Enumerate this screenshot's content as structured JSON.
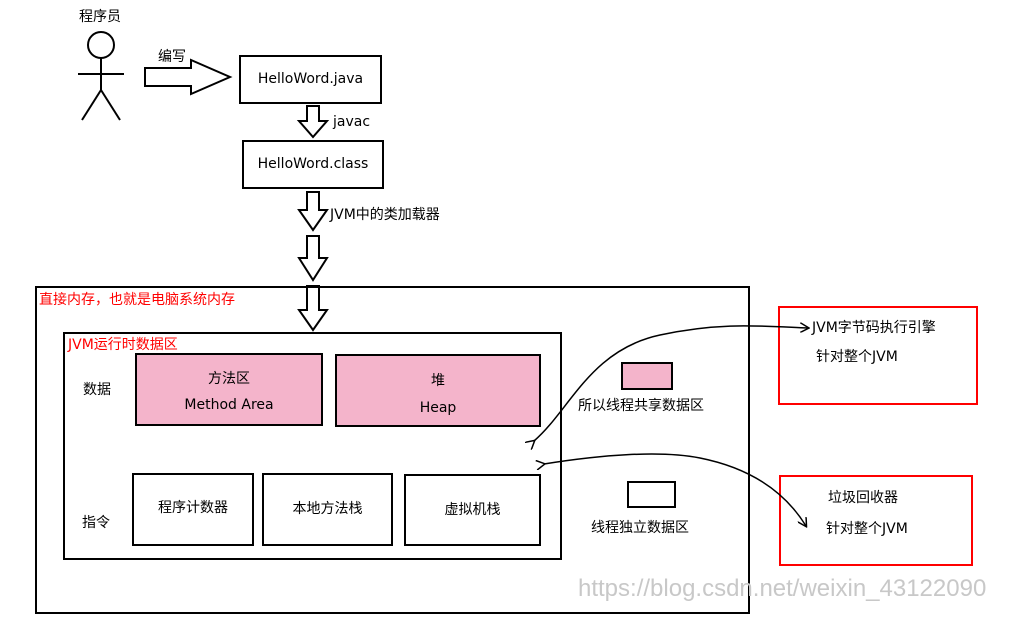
{
  "programmer": {
    "label": "程序员"
  },
  "step_write": {
    "label": "编写"
  },
  "source_file": {
    "label": "HelloWord.java"
  },
  "step_compile": {
    "label": "javac"
  },
  "class_file": {
    "label": "HelloWord.class"
  },
  "step_load": {
    "label": "JVM中的类加载器"
  },
  "memory": {
    "label": "直接内存，也就是电脑系统内存"
  },
  "runtime": {
    "label": "JVM运行时数据区",
    "data_row_label": "数据",
    "instr_row_label": "指令",
    "method_area": {
      "line1": "方法区",
      "line2": "Method Area"
    },
    "heap": {
      "line1": "堆",
      "line2": "Heap"
    },
    "pc_register": {
      "label": "程序计数器"
    },
    "native_stack": {
      "label": "本地方法栈"
    },
    "vm_stack": {
      "label": "虚拟机栈"
    }
  },
  "legend": {
    "shared": "所以线程共享数据区",
    "private": "线程独立数据区"
  },
  "engine": {
    "line1": "JVM字节码执行引擎",
    "line2": "针对整个JVM"
  },
  "gc": {
    "line1": "垃圾回收器",
    "line2": "针对整个JVM"
  },
  "watermark": "https://blog.csdn.net/weixin_43122090",
  "colors": {
    "pink": "#f4b4cb",
    "red": "#ff0000",
    "black": "#000000"
  }
}
